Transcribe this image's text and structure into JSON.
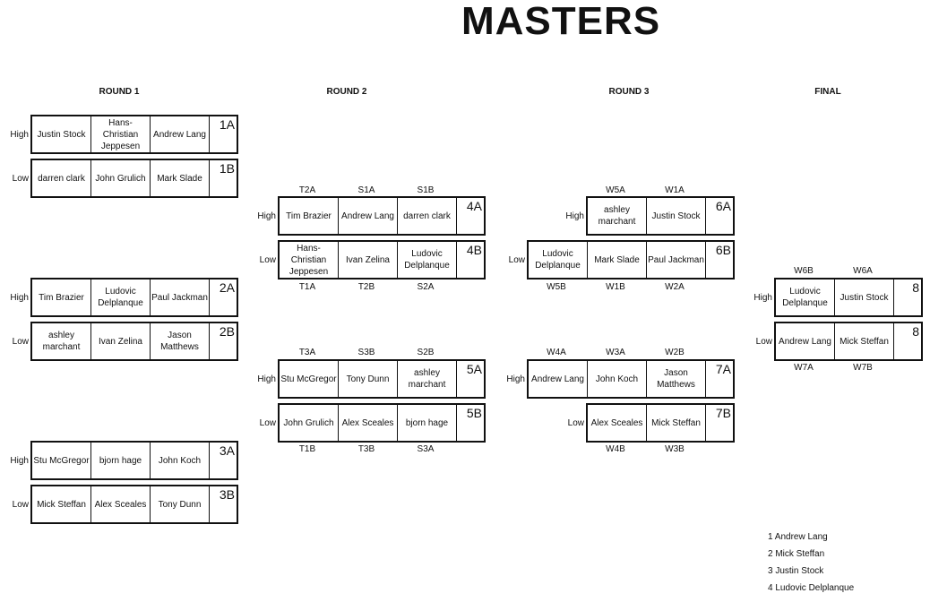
{
  "title": "MASTERS",
  "rounds": [
    "ROUND 1",
    "ROUND 2",
    "ROUND 3",
    "FINAL"
  ],
  "matches": {
    "m1A": {
      "side": "High",
      "players": [
        "Justin Stock",
        "Hans-Christian Jeppesen",
        "Andrew Lang"
      ],
      "label": "1A"
    },
    "m1B": {
      "side": "Low",
      "players": [
        "darren clark",
        "John Grulich",
        "Mark Slade"
      ],
      "label": "1B"
    },
    "m2A": {
      "side": "High",
      "players": [
        "Tim Brazier",
        "Ludovic Delplanque",
        "Paul Jackman"
      ],
      "label": "2A"
    },
    "m2B": {
      "side": "Low",
      "players": [
        "ashley marchant",
        "Ivan Zelina",
        "Jason Matthews"
      ],
      "label": "2B"
    },
    "m3A": {
      "side": "High",
      "players": [
        "Stu McGregor",
        "bjorn hage",
        "John Koch"
      ],
      "label": "3A"
    },
    "m3B": {
      "side": "Low",
      "players": [
        "Mick Steffan",
        "Alex Sceales",
        "Tony Dunn"
      ],
      "label": "3B"
    },
    "m4A": {
      "side": "High",
      "players": [
        "Tim Brazier",
        "Andrew Lang",
        "darren clark"
      ],
      "label": "4A",
      "codes": [
        "T2A",
        "S1A",
        "S1B"
      ]
    },
    "m4B": {
      "side": "Low",
      "players": [
        "Hans-Christian Jeppesen",
        "Ivan Zelina",
        "Ludovic Delplanque"
      ],
      "label": "4B",
      "codes": [
        "T1A",
        "T2B",
        "S2A"
      ]
    },
    "m5A": {
      "side": "High",
      "players": [
        "Stu McGregor",
        "Tony Dunn",
        "ashley marchant"
      ],
      "label": "5A",
      "codes": [
        "T3A",
        "S3B",
        "S2B"
      ]
    },
    "m5B": {
      "side": "Low",
      "players": [
        "John Grulich",
        "Alex Sceales",
        "bjorn hage"
      ],
      "label": "5B",
      "codes": [
        "T1B",
        "T3B",
        "S3A"
      ]
    },
    "m6A": {
      "side": "High",
      "players": [
        "ashley marchant",
        "Justin Stock"
      ],
      "label": "6A",
      "codes": [
        "W5A",
        "W1A"
      ]
    },
    "m6B": {
      "side": "Low",
      "players": [
        "Ludovic Delplanque",
        "Mark Slade",
        "Paul Jackman"
      ],
      "label": "6B",
      "codes": [
        "W5B",
        "W1B",
        "W2A"
      ]
    },
    "m7A": {
      "side": "High",
      "players": [
        "Andrew Lang",
        "John Koch",
        "Jason Matthews"
      ],
      "label": "7A",
      "codes": [
        "W4A",
        "W3A",
        "W2B"
      ]
    },
    "m7B": {
      "side": "Low",
      "players": [
        "Alex Sceales",
        "Mick Steffan"
      ],
      "label": "7B",
      "codes": [
        "W4B",
        "W3B"
      ]
    },
    "m8A": {
      "side": "High",
      "players": [
        "Ludovic Delplanque",
        "Justin Stock"
      ],
      "label": "8",
      "codes": [
        "W6B",
        "W6A"
      ]
    },
    "m8B": {
      "side": "Low",
      "players": [
        "Andrew Lang",
        "Mick Steffan"
      ],
      "label": "8",
      "codes": [
        "W7A",
        "W7B"
      ]
    }
  },
  "results": [
    "1 Andrew Lang",
    "2 Mick Steffan",
    "3 Justin Stock",
    "4 Ludovic Delplanque"
  ]
}
